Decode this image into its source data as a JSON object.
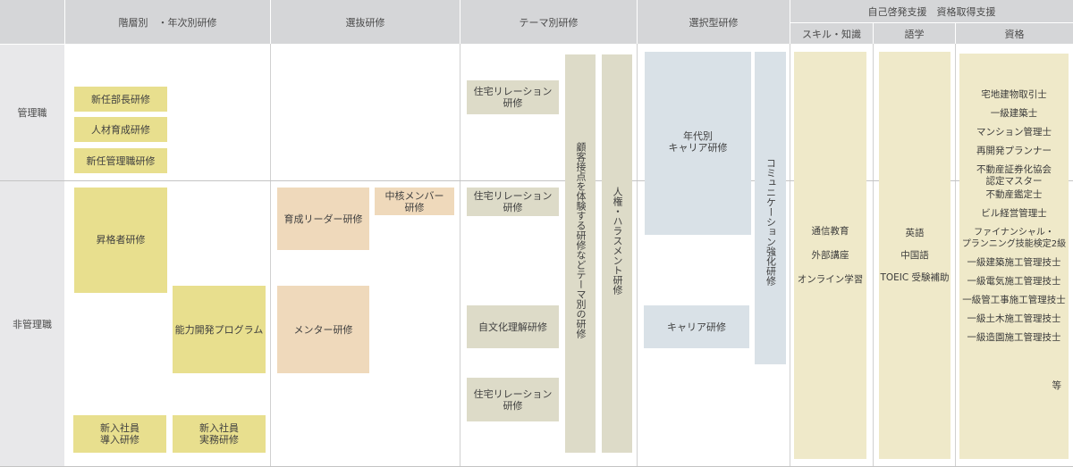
{
  "headers": {
    "hierarchy": "階層別　・年次別研修",
    "selection": "選抜研修",
    "theme": "テーマ別研修",
    "elective": "選択型研修",
    "self_dev": "自己啓発支援　資格取得支援",
    "skills": "スキル・知識",
    "language": "語学",
    "qualifications": "資格"
  },
  "rows": {
    "manager": "管理職",
    "non_manager": "非管理職"
  },
  "hierarchy": {
    "new_dept_head": "新任部長研修",
    "talent_dev": "人材育成研修",
    "new_manager": "新任管理職研修",
    "promotion": "昇格者研修",
    "ability_program": "能力開発プログラム",
    "new_hire_intro": "新入社員\n導入研修",
    "new_hire_practical": "新入社員\n実務研修"
  },
  "selection": {
    "leader_dev": "育成リーダー研修",
    "core_member": "中核メンバー\n研修",
    "mentor": "メンター研修"
  },
  "theme": {
    "housing_rel_1": "住宅リレーション\n研修",
    "housing_rel_2": "住宅リレーション\n研修",
    "cross_culture": "自文化理解研修",
    "housing_rel_3": "住宅リレーション\n研修",
    "customer_contact": "顧客接点を体験する研修などテーマ別の研修",
    "human_rights": "人権・ハラスメント研修"
  },
  "elective": {
    "age_career": "年代別\nキャリア研修",
    "career": "キャリア研修",
    "communication": "コミュニケーション強化研修"
  },
  "skills": [
    "通信教育",
    "外部講座",
    "オンライン学習"
  ],
  "language": [
    "英語",
    "中国語",
    "TOEIC 受験補助"
  ],
  "qualifications": [
    "宅地建物取引士",
    "一級建築士",
    "マンション管理士",
    "再開発プランナー",
    "不動産証券化協会\n認定マスター",
    "不動産鑑定士",
    "ビル経営管理士",
    "ファイナンシャル・\nプランニング技能検定2級",
    "一級建築施工管理技士",
    "一級電気施工管理技士",
    "一級管工事施工管理技士",
    "一級土木施工管理技士",
    "一級造園施工管理技士"
  ],
  "qualifications_etc": "等",
  "colors": {
    "header_bg": "#d5d6d8",
    "row_header_bg": "#e8e8ea",
    "hierarchy_box": "#e8df8e",
    "selection_box": "#efd9bb",
    "theme_box": "#dddbc8",
    "elective_box": "#d9e1e7",
    "self_dev_box": "#efe9c9"
  }
}
